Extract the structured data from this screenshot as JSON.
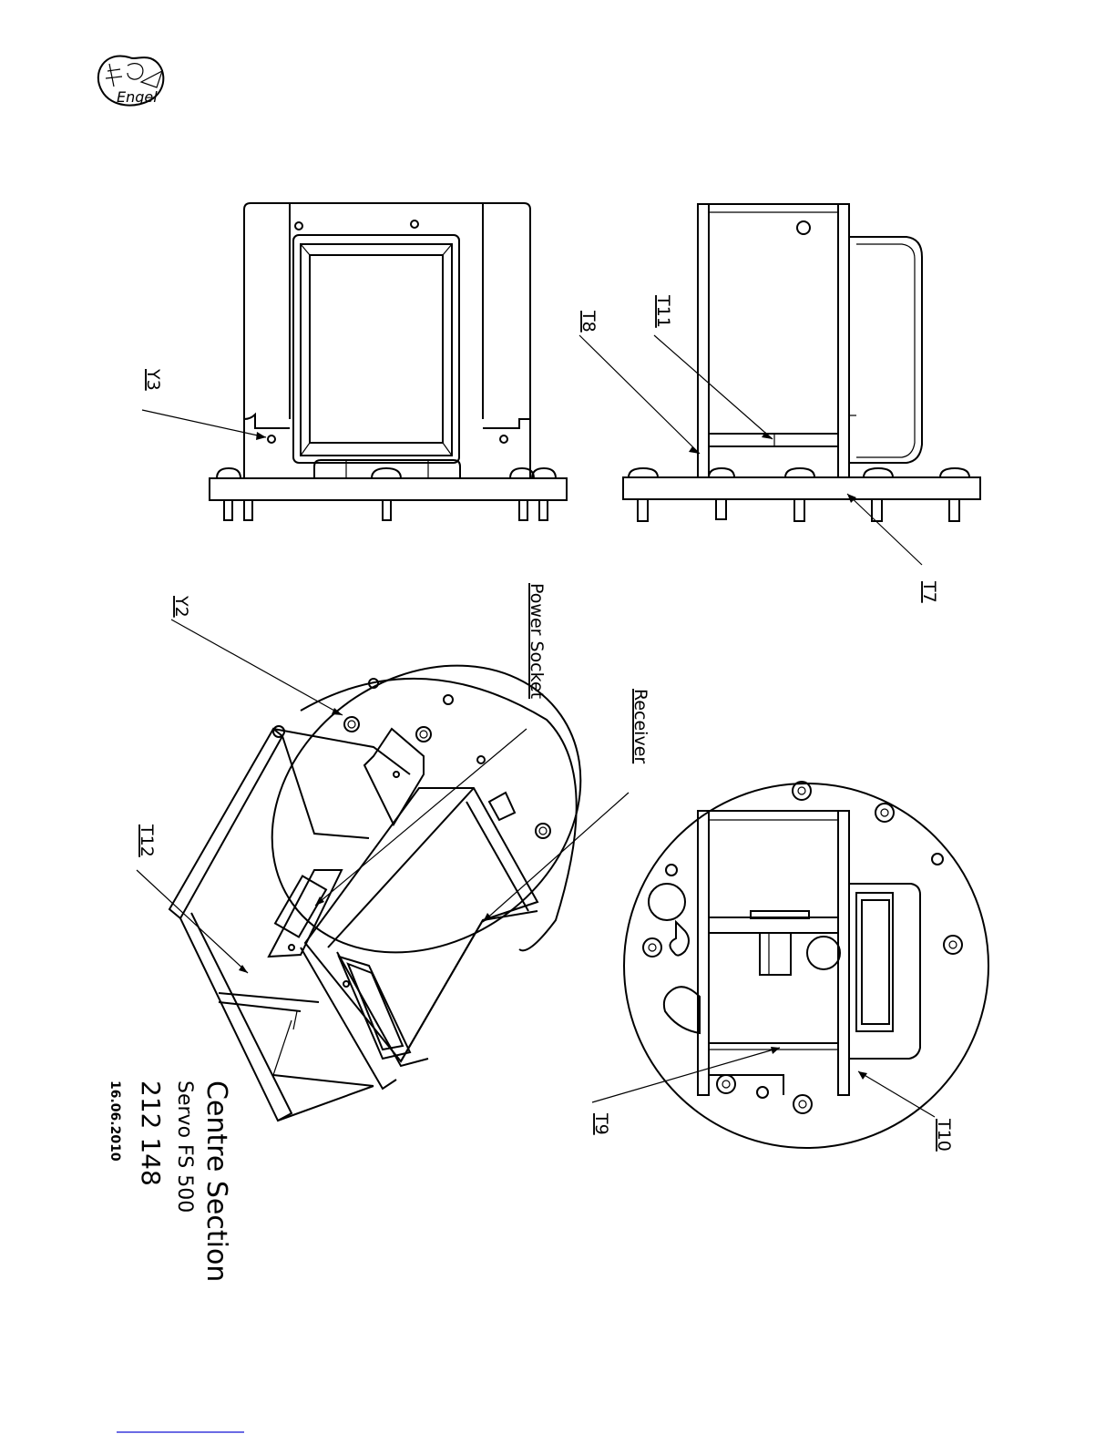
{
  "labels": {
    "y3": "Y3",
    "t8": "T8",
    "t11": "T11",
    "t7": "T7",
    "y2": "Y2",
    "power_socket": "Power Socket",
    "receiver": "Receiver",
    "t12": "T12",
    "t9": "T9",
    "t10": "T10"
  },
  "title_block": {
    "title": "Centre Section",
    "subtitle": "Servo FS 500",
    "number": "212 148",
    "date": "16.06.2010"
  },
  "logo": {
    "text": "Engel"
  },
  "colors": {
    "line": "#000000",
    "footer_rule": "#3a3adb"
  }
}
